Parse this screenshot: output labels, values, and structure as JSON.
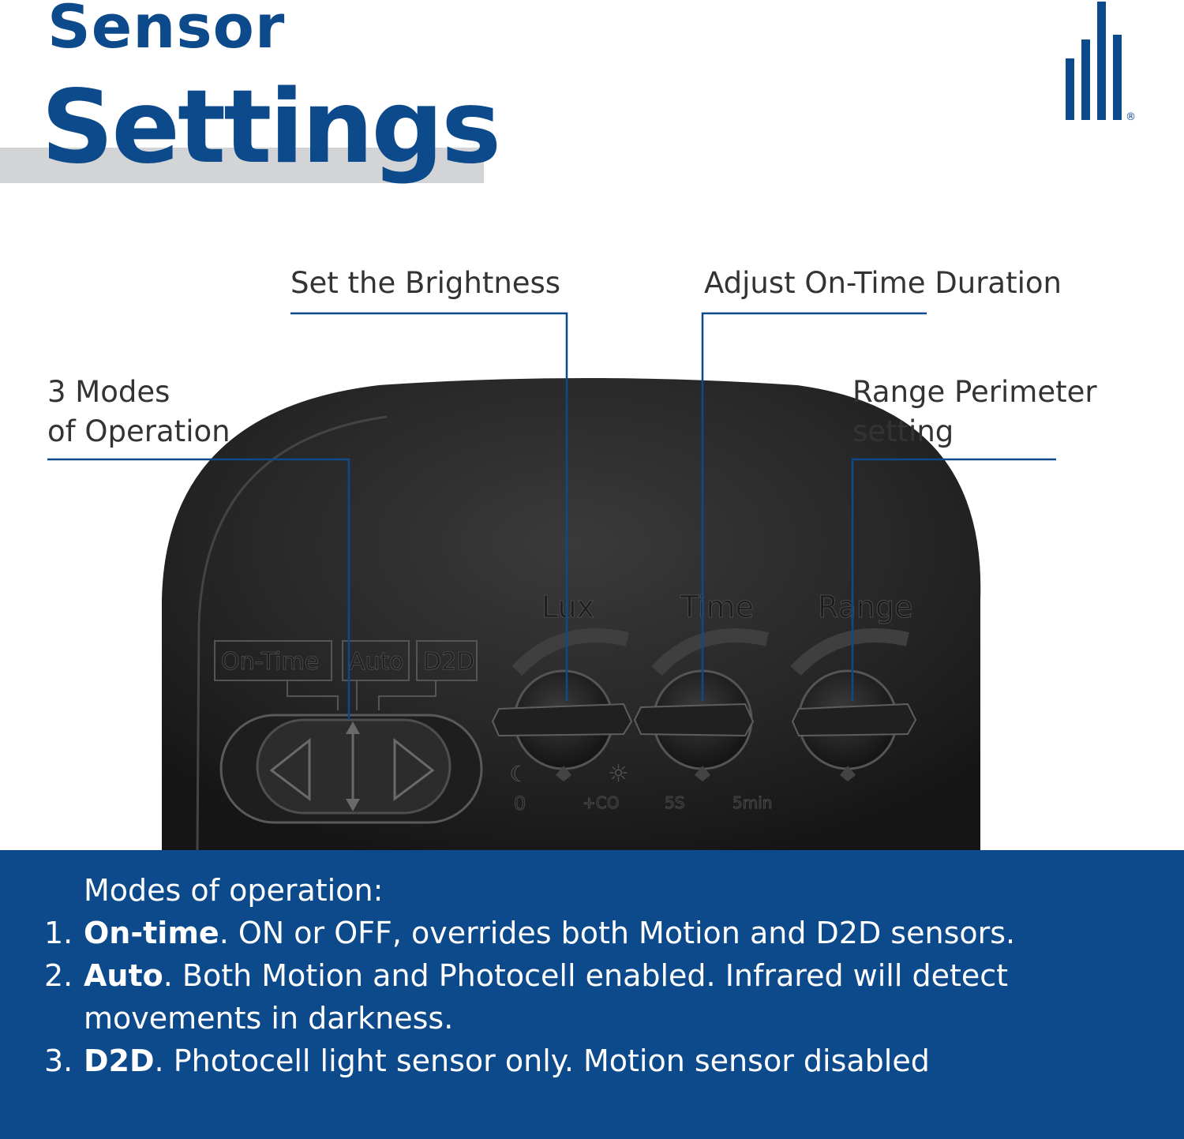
{
  "header": {
    "title_line1": "Sensor",
    "title_line2": "Settings",
    "registered_mark": "®"
  },
  "callouts": {
    "brightness": "Set the Brightness",
    "on_time_duration": "Adjust On-Time Duration",
    "modes_line1": "3 Modes",
    "modes_line2": "of Operation",
    "range_line1": "Range Perimeter",
    "range_line2": "setting"
  },
  "device": {
    "mode_labels": [
      "On-Time",
      "Auto",
      "D2D"
    ],
    "dial_labels": [
      "Lux",
      "Time",
      "Range"
    ],
    "lux_scale": [
      "0",
      "+CO"
    ],
    "time_scale": [
      "5S",
      "5min"
    ]
  },
  "panel": {
    "heading": "Modes of operation:",
    "items": [
      {
        "num": "1.",
        "term": "On-time",
        "desc": ". ON or OFF, overrides both Motion and D2D sensors."
      },
      {
        "num": "2.",
        "term": "Auto",
        "desc": ". Both Motion and Photocell enabled. Infrared will detect movements in darkness."
      },
      {
        "num": "3.",
        "term": "D2D",
        "desc": ". Photocell light sensor only. Motion sensor disabled"
      }
    ]
  },
  "colors": {
    "brand_blue": "#0c4a8c",
    "band_gray": "#d3d4d6",
    "device_black": "#262626",
    "text_dark": "#333333"
  }
}
